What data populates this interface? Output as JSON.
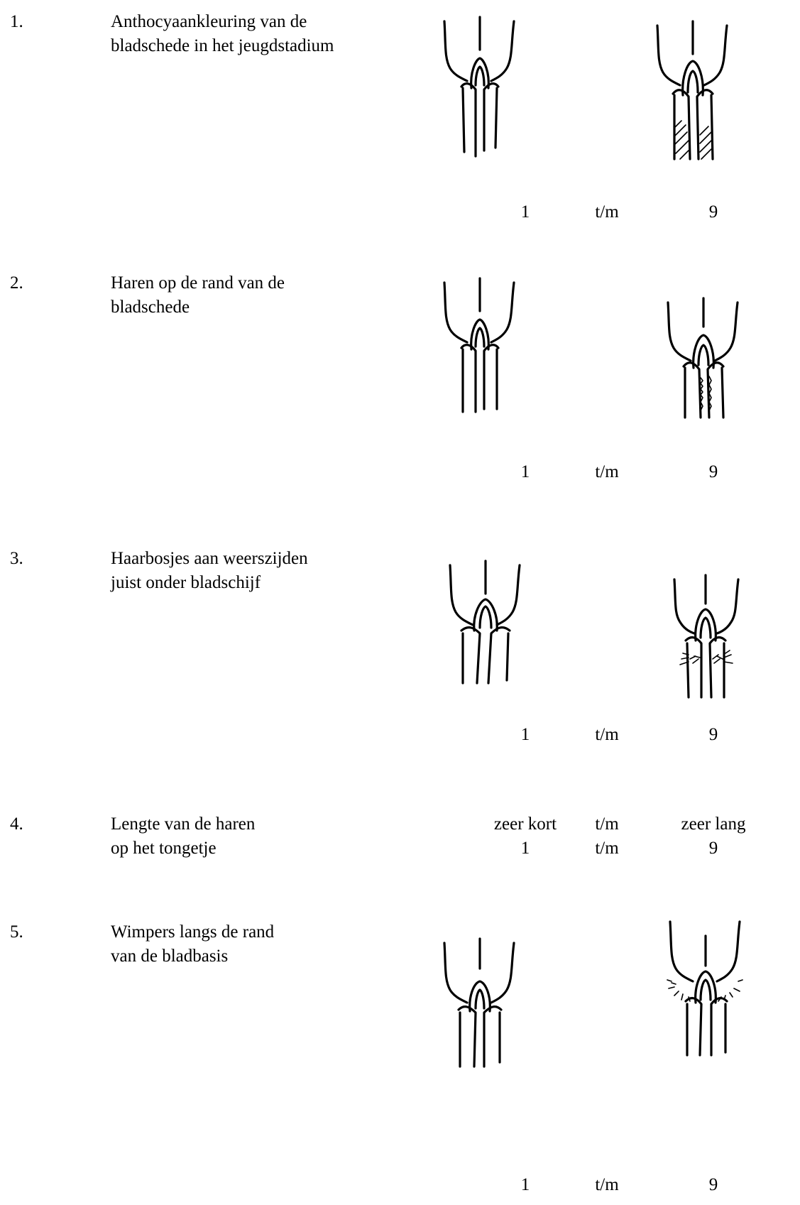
{
  "items": [
    {
      "number": "1.",
      "line1": "Anthocyaankleuring van de",
      "line2": "bladschede in het jeugdstadium",
      "scale": {
        "low": "1",
        "sep": "t/m",
        "high": "9"
      }
    },
    {
      "number": "2.",
      "line1": "Haren op de rand van de",
      "line2": "bladschede",
      "scale": {
        "low": "1",
        "sep": "t/m",
        "high": "9"
      }
    },
    {
      "number": "3.",
      "line1": "Haarbosjes aan weerszijden",
      "line2": "juist onder bladschijf",
      "scale": {
        "low": "1",
        "sep": "t/m",
        "high": "9"
      }
    },
    {
      "number": "4.",
      "line1": "Lengte van de haren",
      "line2": "op het tongetje",
      "scale_words": {
        "low": "zeer kort",
        "sep": "t/m",
        "high": "zeer lang"
      },
      "scale": {
        "low": "1",
        "sep": "t/m",
        "high": "9"
      }
    },
    {
      "number": "5.",
      "line1": "Wimpers langs de rand",
      "line2": "van de bladbasis",
      "scale": {
        "low": "1",
        "sep": "t/m",
        "high": "9"
      }
    }
  ]
}
